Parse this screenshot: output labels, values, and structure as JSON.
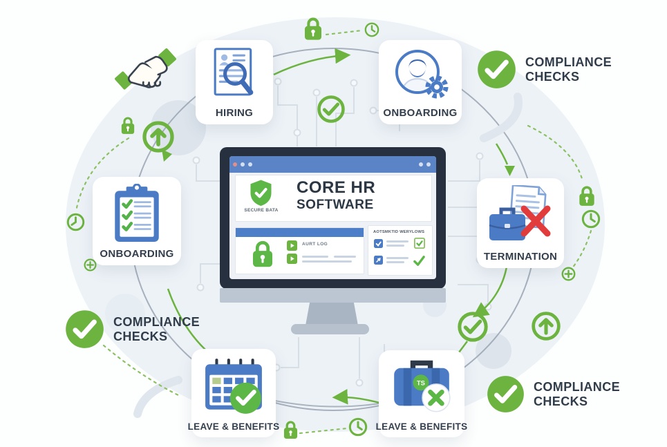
{
  "colors": {
    "green": "#6cb33f",
    "green_light": "#8cc163",
    "blue": "#4a7bc4",
    "blue_dark": "#3b67ad",
    "navy": "#2e3a48",
    "red": "#e23b3b",
    "silver": "#b9c4d0",
    "browser_bar": "#5b84c6"
  },
  "monitor": {
    "secure_badge": "SECURE BATA",
    "title_line1": "CORE HR",
    "title_line2": "SOFTWARE",
    "audit_log_label": "AURT LOG",
    "workflows_label": "AOTSMKTID WERYLOWS"
  },
  "cards": {
    "hiring": {
      "label": "HIRING"
    },
    "onboarding_top": {
      "label": "ONBOARDING"
    },
    "onboarding_left": {
      "label": "ONBOARDING"
    },
    "termination": {
      "label": "TERMINATION"
    },
    "leave_benefits_left": {
      "label": "LEAVE & BENEFITS"
    },
    "leave_benefits_right": {
      "label": "LEAVE & BENEFITS",
      "badge": "TS"
    }
  },
  "compliance": {
    "top_right": {
      "line1": "COMPLIANCE",
      "line2": "CHECKS"
    },
    "bottom_left": {
      "line1": "COMPLIANCE",
      "line2": "CHECKS"
    },
    "bottom_right": {
      "line1": "COMPLIANCE",
      "line2": "CHECKS"
    }
  }
}
